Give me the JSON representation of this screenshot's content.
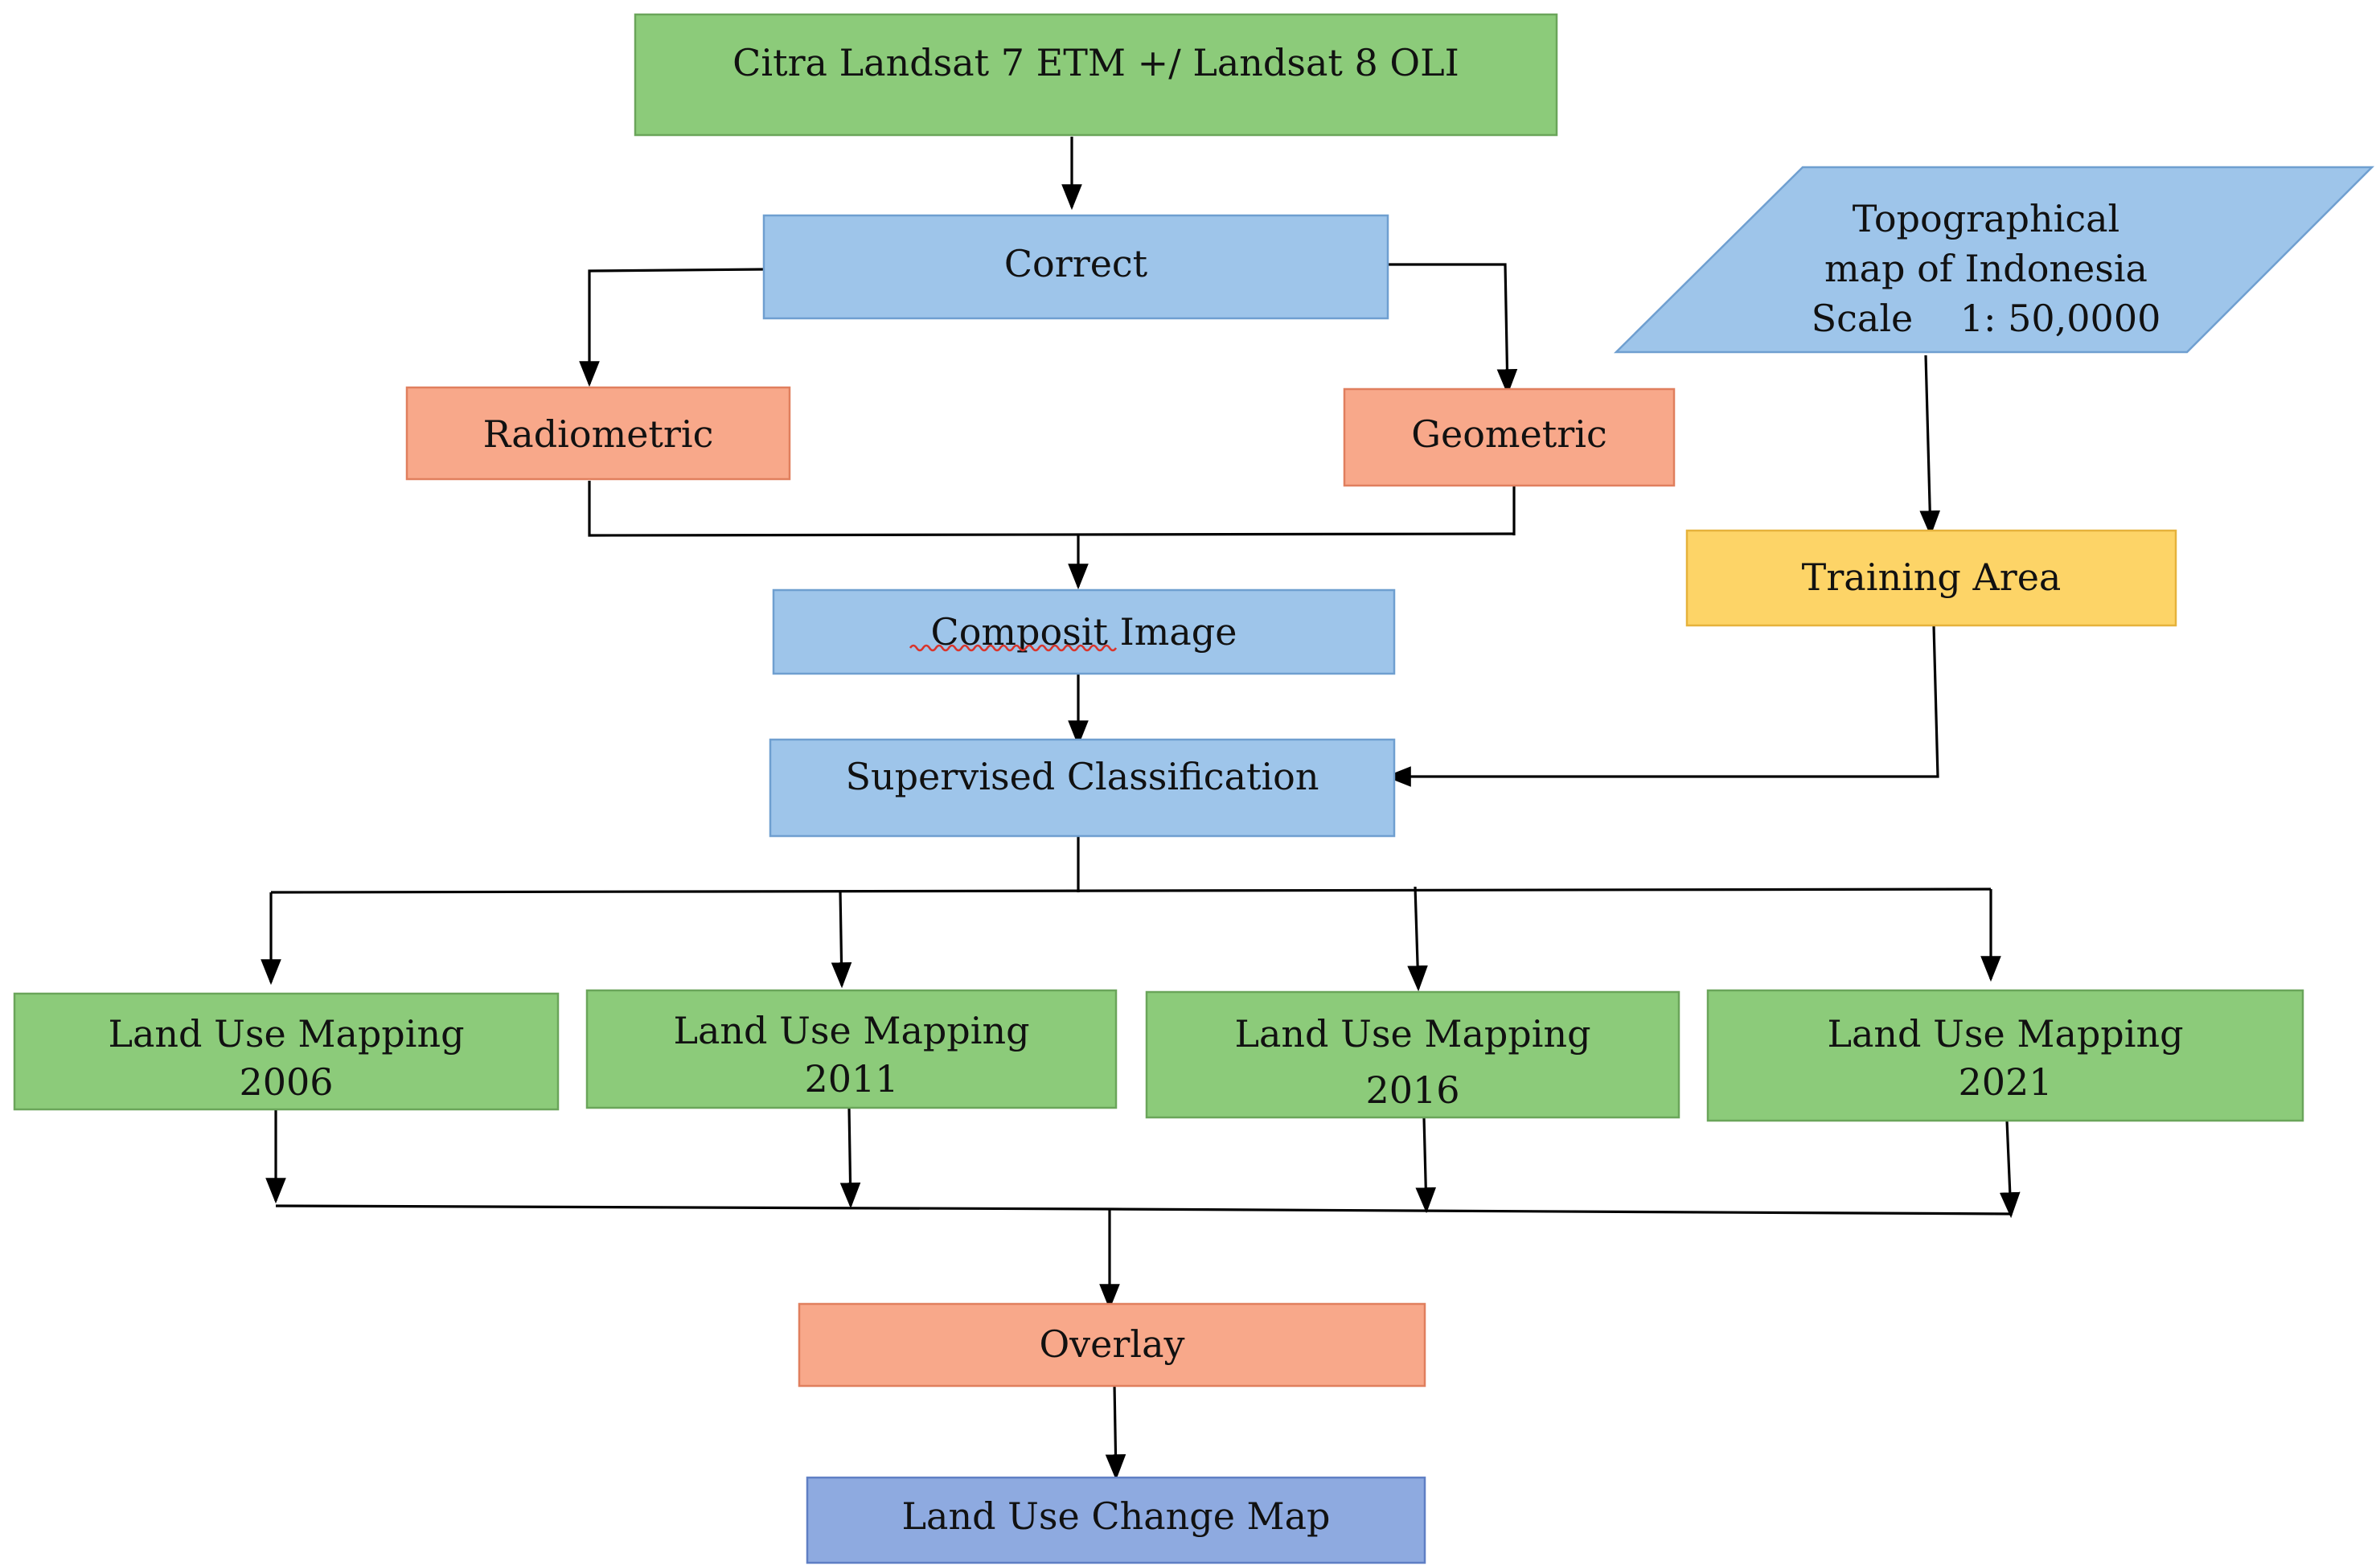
{
  "nodes": {
    "landsat": {
      "lines": [
        "Citra Landsat 7 ETM +/ Landsat 8 OLI"
      ],
      "fill": "#8ccb7a",
      "stroke": "#6aa55a"
    },
    "correct": {
      "lines": [
        "Correct"
      ],
      "fill": "#9ec5ea",
      "stroke": "#6f9fd0"
    },
    "topo": {
      "lines": [
        "Topographical",
        "map of Indonesia",
        "Scale    1: 50,0000"
      ],
      "fill": "#9ec5ea",
      "stroke": "#6f9fd0"
    },
    "radiometric": {
      "lines": [
        "Radiometric"
      ],
      "fill": "#f8a88a",
      "stroke": "#e07f5e"
    },
    "geometric": {
      "lines": [
        "Geometric"
      ],
      "fill": "#f8a88a",
      "stroke": "#e07f5e"
    },
    "training": {
      "lines": [
        "Training Area"
      ],
      "fill": "#fdd467",
      "stroke": "#e6b23b"
    },
    "composit": {
      "lines": [
        "Composit Image"
      ],
      "fill": "#9ec5ea",
      "stroke": "#6f9fd0"
    },
    "supervised": {
      "lines": [
        "Supervised Classification"
      ],
      "fill": "#9ec5ea",
      "stroke": "#6f9fd0"
    },
    "lu2006": {
      "lines": [
        "Land Use Mapping",
        "2006"
      ],
      "fill": "#8ccb7a",
      "stroke": "#6aa55a"
    },
    "lu2011": {
      "lines": [
        "Land Use Mapping",
        "2011"
      ],
      "fill": "#8ccb7a",
      "stroke": "#6aa55a"
    },
    "lu2016": {
      "lines": [
        "Land Use Mapping",
        "2016"
      ],
      "fill": "#8ccb7a",
      "stroke": "#6aa55a"
    },
    "lu2021": {
      "lines": [
        "Land Use Mapping",
        "2021"
      ],
      "fill": "#8ccb7a",
      "stroke": "#6aa55a"
    },
    "overlay": {
      "lines": [
        "Overlay"
      ],
      "fill": "#f8a88a",
      "stroke": "#e07f5e"
    },
    "change": {
      "lines": [
        "Land Use Change Map"
      ],
      "fill": "#8eaae0",
      "stroke": "#5f7fc4"
    }
  },
  "spell_underline_color": "#d9342b"
}
